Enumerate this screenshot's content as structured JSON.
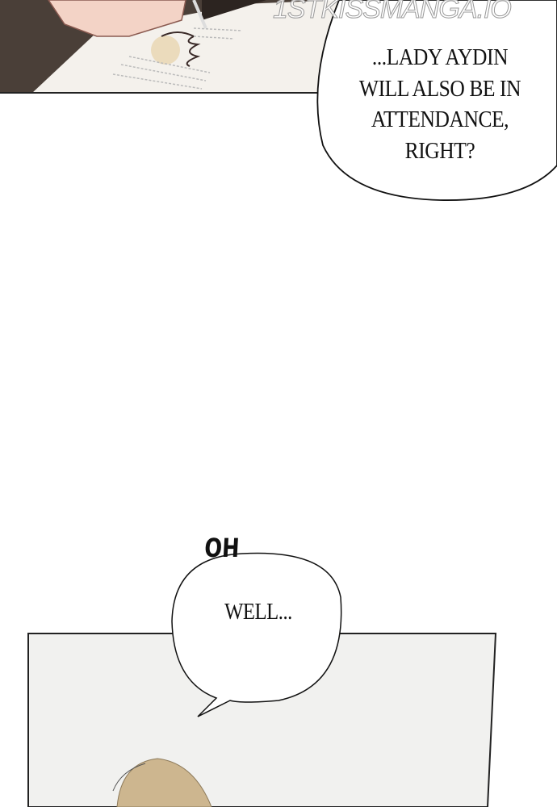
{
  "panels": [
    {
      "description_hidden": false,
      "bubbles": [
        {
          "text": "...LADY AYDIN WILL ALSO BE IN ATTENDANCE, RIGHT?",
          "lines": [
            "...LADY AYDIN",
            "WILL ALSO BE IN",
            "ATTENDANCE,",
            "RIGHT?"
          ]
        }
      ]
    },
    {
      "sfx": "OH",
      "bubbles": [
        {
          "text": "WELL..."
        }
      ]
    }
  ],
  "watermark": "1STKISSMANGA.IO",
  "colors": {
    "desk": "#4a3f38",
    "paper": "#f4f1ec",
    "skin": "#f3d3c6",
    "hair": "#cdb68f",
    "panel_bg": "#f1f1ef"
  }
}
